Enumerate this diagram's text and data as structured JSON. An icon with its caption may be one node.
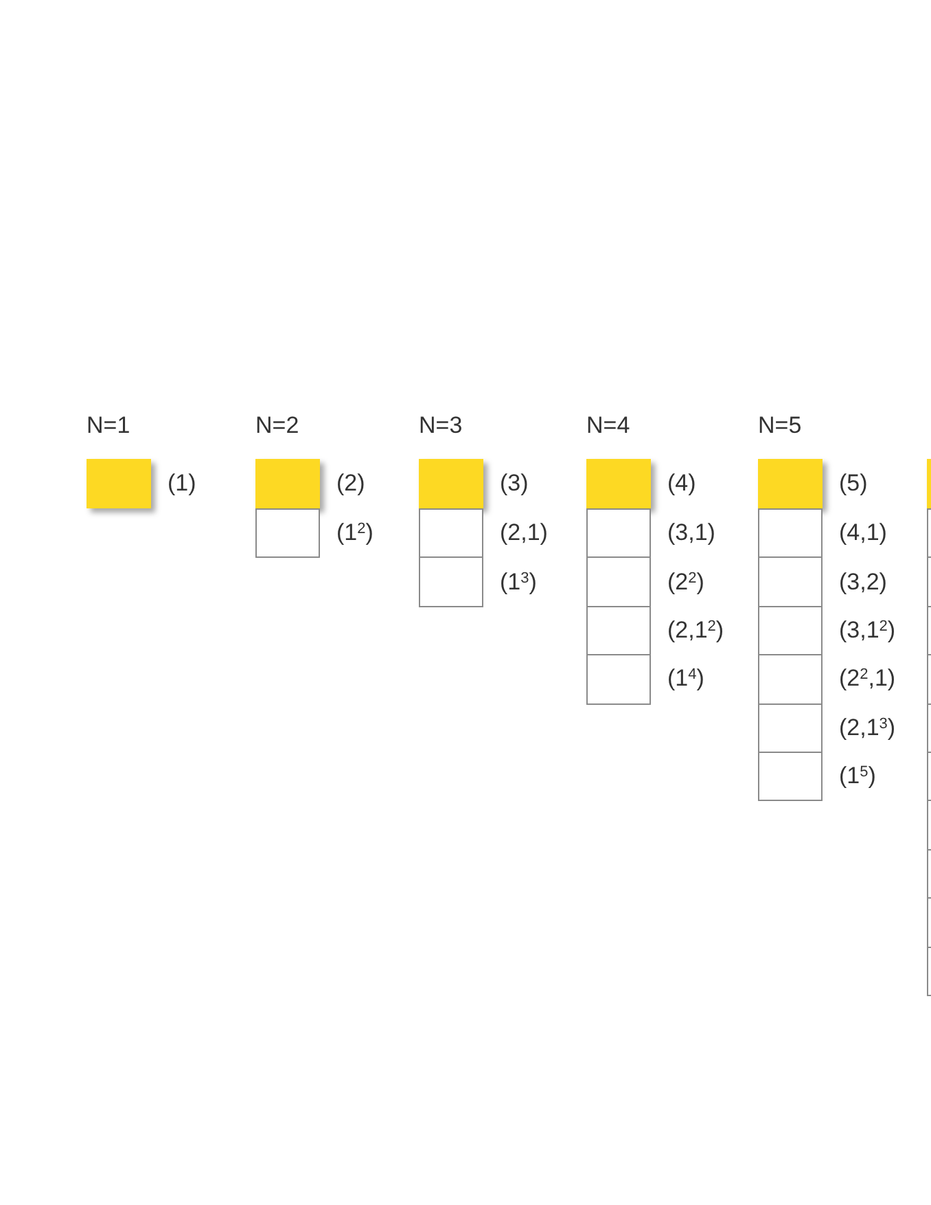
{
  "diagram": {
    "nodes": [
      {
        "text": [],
        "shape": "box",
        "beside": [
          "(1)"
        ]
      },
      {
        "text": [],
        "shape": "box",
        "beside": [
          "(2)"
        ]
      },
      {
        "text": [],
        "shape": "box",
        "beside": [
          "(1$^{2}$)"
        ]
      },
      {
        "text": [],
        "shape": "box",
        "beside": [
          "(3)"
        ]
      },
      {
        "text": [],
        "shape": "box",
        "beside": [
          "(2,1)"
        ]
      },
      {
        "text": [],
        "shape": "box",
        "beside": [
          "(1$^{3}$)"
        ]
      },
      {
        "text": [],
        "shape": "box",
        "beside": [
          "(4)"
        ]
      },
      {
        "text": [],
        "shape": "box",
        "beside": [
          "(3,1)"
        ]
      },
      {
        "text": [],
        "shape": "box",
        "beside": [
          "(2$^{2}$)"
        ]
      },
      {
        "text": [],
        "shape": "box",
        "beside": [
          "(2,1$^{2}$)"
        ]
      },
      {
        "text": [],
        "shape": "box",
        "beside": [
          "(1$^{4}$)"
        ]
      },
      {
        "text": [],
        "shape": "box",
        "beside": [
          "(5)"
        ]
      },
      {
        "text": [],
        "shape": "box",
        "beside": [
          "(4,1)"
        ]
      },
      {
        "text": [],
        "shape": "box",
        "beside": [
          "(3,2)"
        ]
      },
      {
        "text": [],
        "shape": "box",
        "beside": [
          "(3,1$^{2}$)"
        ]
      },
      {
        "text": [],
        "shape": "box",
        "beside": [
          "(2$^{2}$,1)"
        ]
      },
      {
        "text": [],
        "shape": "box",
        "beside": [
          "(2,1$^{3}$)"
        ]
      },
      {
        "text": [],
        "shape": "box",
        "beside": [
          "(1$^{5}$)"
        ]
      },
      {
        "text": [],
        "shape": "box"
      },
      {
        "text": [],
        "shape": "box"
      },
      {
        "text": [],
        "shape": "box"
      },
      {
        "text": [],
        "shape": "box"
      },
      {
        "text": [],
        "shape": "box"
      },
      {
        "text": [],
        "shape": "box"
      },
      {
        "text": [],
        "shape": "box"
      },
      {
        "text": [],
        "shape": "box"
      },
      {
        "text": [],
        "shape": "box"
      },
      {
        "text": [],
        "shape": "box"
      },
      {
        "text": [],
        "shape": "box"
      }
    ],
    "labels": [
      "N=1",
      "N=2",
      "N=3",
      "N=4",
      "N=5"
    ]
  }
}
